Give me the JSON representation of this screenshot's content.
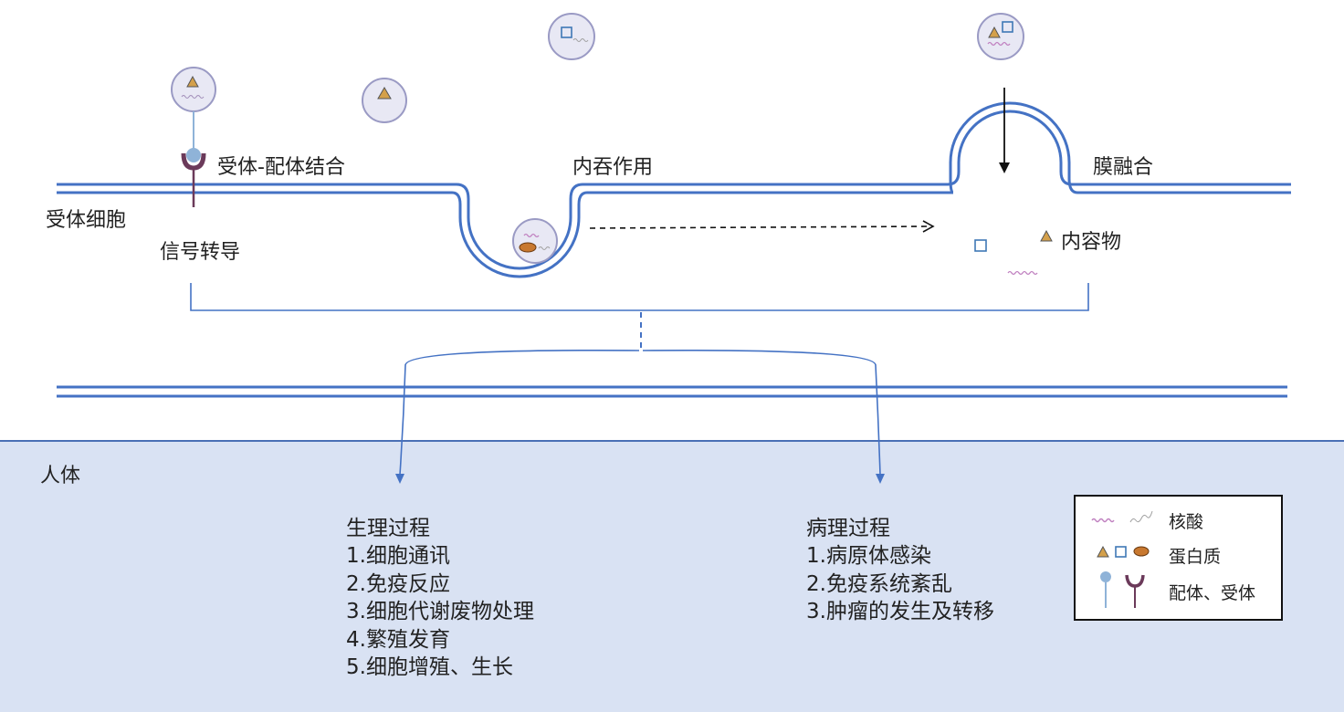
{
  "labels": {
    "receptor_ligand_binding": "受体-配体结合",
    "endocytosis": "内吞作用",
    "membrane_fusion": "膜融合",
    "recipient_cell": "受体细胞",
    "signal_transduction": "信号转导",
    "contents": "内容物",
    "human_body": "人体"
  },
  "physiology": {
    "title": "生理过程",
    "items": [
      "1.细胞通讯",
      "2.免疫反应",
      "3.细胞代谢废物处理",
      "4.繁殖发育",
      "5.细胞增殖、生长"
    ]
  },
  "pathology": {
    "title": "病理过程",
    "items": [
      "1.病原体感染",
      "2.免疫系统紊乱",
      "3.肿瘤的发生及转移"
    ]
  },
  "legend": {
    "nucleic_acid": "核酸",
    "protein": "蛋白质",
    "ligand_receptor": "配体、受体"
  },
  "colors": {
    "membrane": "#4472c4",
    "panel_fill": "#d9e2f3",
    "vesicle_fill": "#e8e8f4",
    "vesicle_stroke": "#9a9ac4",
    "triangle": "#d4a04a",
    "square": "#3f78b5",
    "oval": "#c8782f",
    "nucleic_acid": "#c080c0",
    "receptor": "#6b3a5a",
    "ligand": "#8fb3d8"
  }
}
